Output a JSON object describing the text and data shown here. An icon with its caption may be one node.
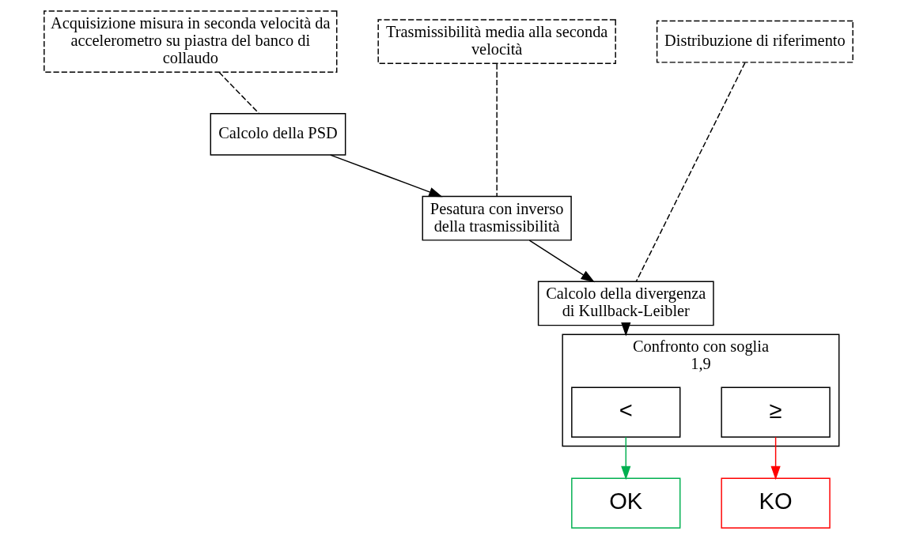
{
  "diagram": {
    "nodes": [
      {
        "text": [
          "Acquisizione misura in seconda velocità da accelerometro su piastra del banco di collaudo"
        ]
      },
      {
        "text": [
          "Trasmissibilità media alla seconda velocità"
        ]
      },
      {
        "text": [
          "Distribuzione di riferimento"
        ]
      },
      {
        "text": [
          "Calcolo della PSD"
        ]
      },
      {
        "text": [
          "Pesatura con inverso della trasmissibilità"
        ]
      },
      {
        "text": [
          "Calcolo della divergenza di Kullback-Leibler"
        ]
      },
      {
        "text": [
          "Confronto con soglia 1,9"
        ]
      },
      {
        "text": [
          "<"
        ],
        "in": 6
      },
      {
        "text": [
          "≥"
        ],
        "in": 6
      },
      {
        "text": [
          "OK"
        ]
      },
      {
        "text": [
          "KO"
        ]
      }
    ],
    "edges": [
      {
        "from": 0,
        "to": 3,
        "arrow": "none",
        "style": "dashed"
      },
      {
        "from": 1,
        "to": 4,
        "arrow": "none",
        "style": "dashed"
      },
      {
        "from": 2,
        "to": 5,
        "arrow": "none",
        "style": "dashed"
      },
      {
        "from": 3,
        "to": 4,
        "arrow": "to"
      },
      {
        "from": 4,
        "to": 5,
        "arrow": "to"
      },
      {
        "from": 5,
        "to": 6,
        "arrow": "to"
      },
      {
        "from": 7,
        "to": 9,
        "arrow": "to",
        "color": "#00b050"
      },
      {
        "from": 8,
        "to": 10,
        "arrow": "to",
        "color": "#ff0000"
      }
    ]
  }
}
